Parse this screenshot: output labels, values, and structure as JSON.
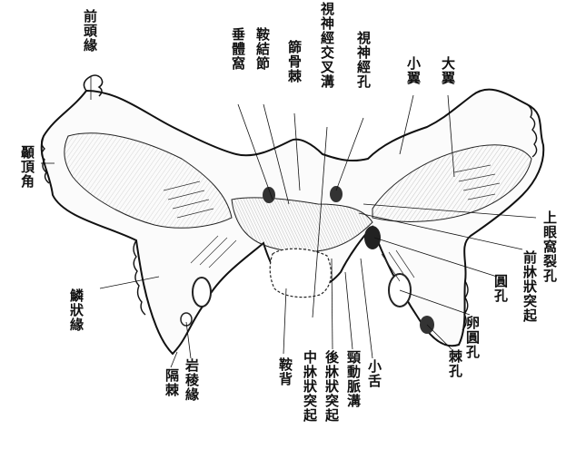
{
  "figure": {
    "labels": {
      "qian_tou_yuan": "前頭緣",
      "ding_jiao": "顳頂角",
      "chui_ti_wo": "垂體窩",
      "an_jie_jie": "鞍結節",
      "shai_gu_ji": "篩骨棘",
      "shi_jing_jiao_cha_gou": "視神經交叉溝",
      "shi_jing_kong": "視神經孔",
      "xiao_yi": "小翼",
      "da_yi": "大翼",
      "shang_yan_kuang_lie_kong": "上眼窩裂孔",
      "qian_chuang_zhuang_tu_qi": "前牀狀突起",
      "yuan_kong": "圓孔",
      "luan_yuan_kong": "卵圓孔",
      "ji_kong": "棘孔",
      "xiao_she": "小舌",
      "jing_dong_mai_gou": "頸動脈溝",
      "hou_chuang_zhuang_tu_qi": "後牀狀突起",
      "zhong_chuang_zhuang_tu_qi": "中牀狀突起",
      "an_bei": "鞍背",
      "yan_jiao_yuan": "岩稜緣",
      "ge_ji": "隔棘",
      "lin_zhuang_yuan": "鱗狀緣"
    },
    "colors": {
      "ink": "#111111",
      "paper": "#ffffff"
    }
  }
}
